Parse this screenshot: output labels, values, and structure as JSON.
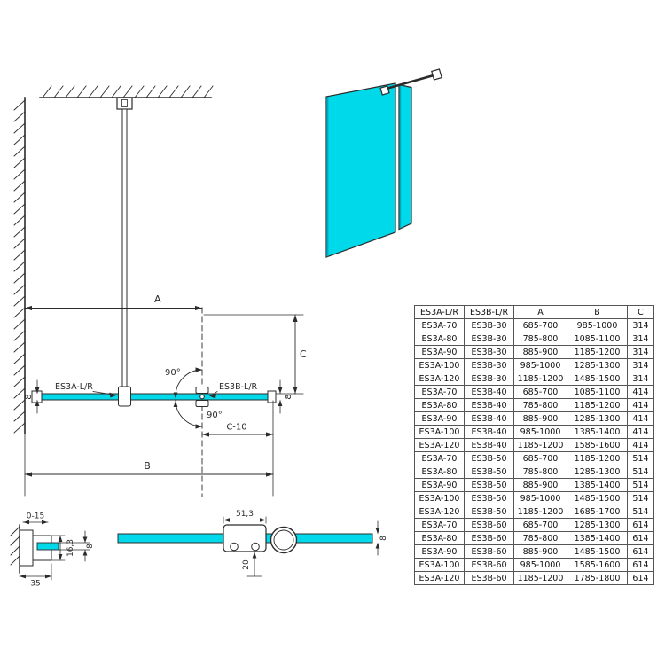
{
  "colors": {
    "glass": "#00d9e9",
    "glass_edge": "#00a9bd",
    "line": "#2b2b2b"
  },
  "plan": {
    "dim_a": "A",
    "dim_b": "B",
    "dim_c": "C",
    "dim_c10": "C-10",
    "angle_top": "90°",
    "angle_bottom": "90°",
    "glass_thickness_left": "8",
    "glass_thickness_right": "8",
    "label_es3a": "ES3A-L/R",
    "label_es3b": "ES3B-L/R"
  },
  "wall_profile_detail": {
    "adjust_range": "0-15",
    "profile_depth": "16,3",
    "glass_thickness": "8",
    "profile_width": "35"
  },
  "bar_clamp_detail": {
    "clamp_width": "51,3",
    "clamp_depth": "20",
    "glass_thickness": "8"
  },
  "table": {
    "headers": [
      "ES3A-L/R",
      "ES3B-L/R",
      "A",
      "B",
      "C"
    ],
    "rows": [
      [
        "ES3A-70",
        "ES3B-30",
        "685-700",
        "985-1000",
        "314"
      ],
      [
        "ES3A-80",
        "ES3B-30",
        "785-800",
        "1085-1100",
        "314"
      ],
      [
        "ES3A-90",
        "ES3B-30",
        "885-900",
        "1185-1200",
        "314"
      ],
      [
        "ES3A-100",
        "ES3B-30",
        "985-1000",
        "1285-1300",
        "314"
      ],
      [
        "ES3A-120",
        "ES3B-30",
        "1185-1200",
        "1485-1500",
        "314"
      ],
      [
        "ES3A-70",
        "ES3B-40",
        "685-700",
        "1085-1100",
        "414"
      ],
      [
        "ES3A-80",
        "ES3B-40",
        "785-800",
        "1185-1200",
        "414"
      ],
      [
        "ES3A-90",
        "ES3B-40",
        "885-900",
        "1285-1300",
        "414"
      ],
      [
        "ES3A-100",
        "ES3B-40",
        "985-1000",
        "1385-1400",
        "414"
      ],
      [
        "ES3A-120",
        "ES3B-40",
        "1185-1200",
        "1585-1600",
        "414"
      ],
      [
        "ES3A-70",
        "ES3B-50",
        "685-700",
        "1185-1200",
        "514"
      ],
      [
        "ES3A-80",
        "ES3B-50",
        "785-800",
        "1285-1300",
        "514"
      ],
      [
        "ES3A-90",
        "ES3B-50",
        "885-900",
        "1385-1400",
        "514"
      ],
      [
        "ES3A-100",
        "ES3B-50",
        "985-1000",
        "1485-1500",
        "514"
      ],
      [
        "ES3A-120",
        "ES3B-50",
        "1185-1200",
        "1685-1700",
        "514"
      ],
      [
        "ES3A-70",
        "ES3B-60",
        "685-700",
        "1285-1300",
        "614"
      ],
      [
        "ES3A-80",
        "ES3B-60",
        "785-800",
        "1385-1400",
        "614"
      ],
      [
        "ES3A-90",
        "ES3B-60",
        "885-900",
        "1485-1500",
        "614"
      ],
      [
        "ES3A-100",
        "ES3B-60",
        "985-1000",
        "1585-1600",
        "614"
      ],
      [
        "ES3A-120",
        "ES3B-60",
        "1185-1200",
        "1785-1800",
        "614"
      ]
    ]
  }
}
